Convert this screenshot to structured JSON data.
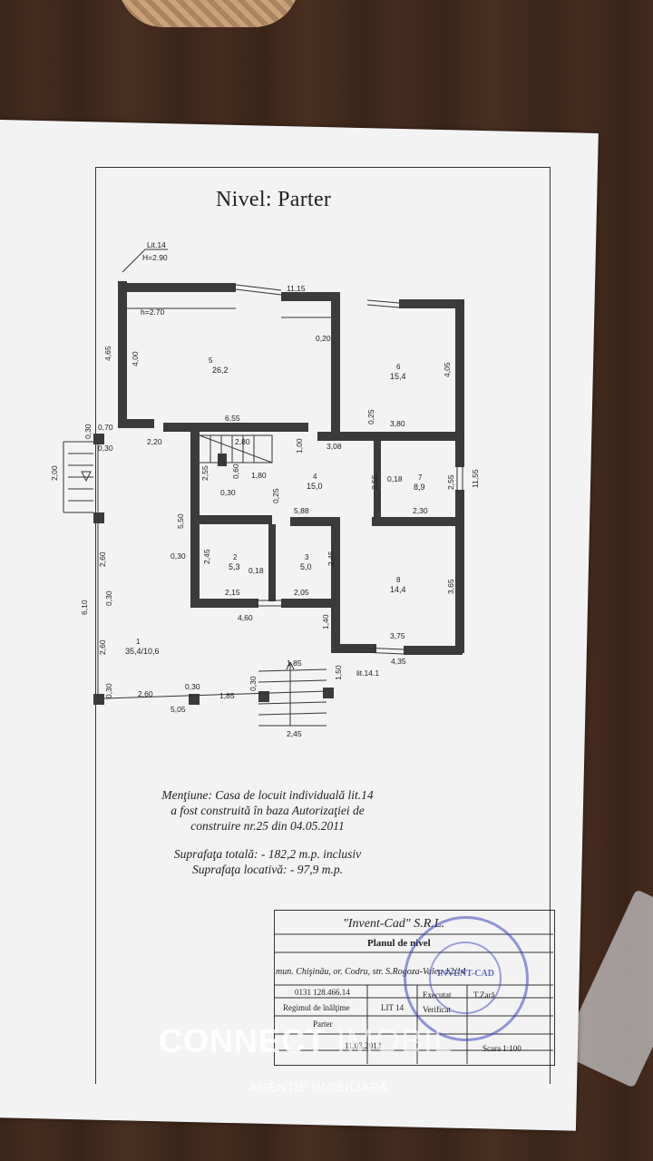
{
  "title": "Nivel: Parter",
  "plan": {
    "lit_top": "Lit.14",
    "height_top": "H=2.90",
    "inner_height": "h=2.70",
    "lit_stair": "lit.14.1",
    "rooms": [
      {
        "no": "5",
        "area": "26,2"
      },
      {
        "no": "6",
        "area": "15,4"
      },
      {
        "no": "4",
        "area": "15,0"
      },
      {
        "no": "7",
        "area": "8,9"
      },
      {
        "no": "2",
        "area": "5,3"
      },
      {
        "no": "3",
        "area": "5,0"
      },
      {
        "no": "8",
        "area": "14,4"
      },
      {
        "no": "1",
        "area": "35,4/10,6"
      }
    ],
    "dims": [
      "11,15",
      "4,65",
      "4,00",
      "0,20",
      "4,05",
      "6,55",
      "0,25",
      "3,80",
      "0,30",
      "0,70",
      "2,20",
      "2,80",
      "3,08",
      "1,00",
      "0,30",
      "2,00",
      "2,55",
      "0,60",
      "1,80",
      "2,55",
      "0,18",
      "2,55",
      "11,55",
      "0,30",
      "0,25",
      "5,88",
      "2,30",
      "5,50",
      "0,30",
      "2,45",
      "0,18",
      "2,45",
      "2,60",
      "6,10",
      "0,30",
      "2,15",
      "2,05",
      "3,65",
      "4,60",
      "1,40",
      "2,60",
      "3,75",
      "4,35",
      "1,85",
      "1,50",
      "0,30",
      "0,30",
      "0,30",
      "2,60",
      "1,85",
      "5,05",
      "2,45"
    ]
  },
  "note": {
    "line1": "Menţiune: Casa de locuit individuală lit.14",
    "line2": "a fost construită în baza Autorizaţiei de",
    "line3": "construire nr.25 din 04.05.2011",
    "line4": "Suprafaţa totală: - 182,2 m.p. inclusiv",
    "line5": "Suprafaţa locativă: - 97,9 m.p."
  },
  "stamp": {
    "company": "\"Invent-Cad\" S.R.L.",
    "doc": "Planul de nivel",
    "address": "mun. Chişinău, or. Codru, str. S.Rogoza-Valea 12/14",
    "code": "0131 128.466.14",
    "regime_label": "Regimul de înălţime",
    "regime_value": "Parter",
    "lit": "LIT 14",
    "executed": "Executat",
    "executor": "T.Zară",
    "verified": "Verificat",
    "date": "11.03.2013",
    "scale": "Scara 1:100",
    "seal": "INVENT-CAD"
  },
  "watermark": {
    "brand_a": "CONNECT",
    "brand_b": " IMOBIL",
    "tagline": "AGENȚIE IMOBILIARĂ"
  }
}
